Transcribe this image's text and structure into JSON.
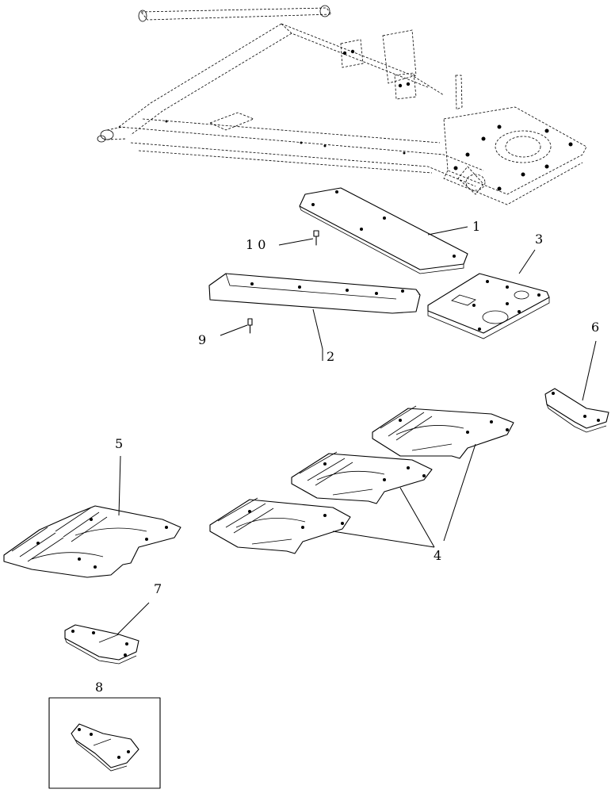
{
  "callouts": {
    "c1": "1",
    "c2": "2",
    "c3": "3",
    "c4": "4",
    "c5": "5",
    "c6": "6",
    "c7": "7",
    "c8": "8",
    "c9": "9",
    "c10": "1 0"
  },
  "colors": {
    "line": "#000000",
    "background": "#ffffff"
  }
}
